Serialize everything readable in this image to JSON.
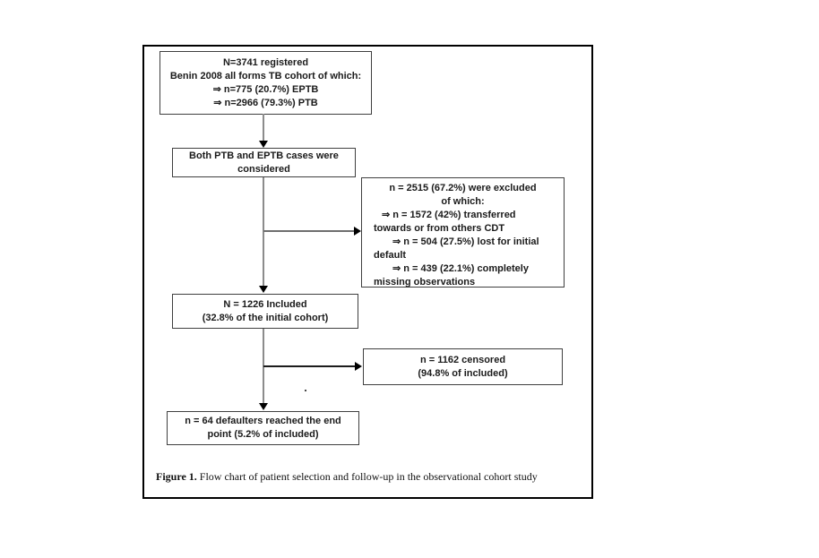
{
  "colors": {
    "frame_border": "#000000",
    "box_border": "#3f3f3f",
    "connector_gray": "#8c8c8c",
    "connector_dark": "#1c1c1c",
    "arrowhead": "#000000"
  },
  "flowchart": {
    "boxes": {
      "registered": {
        "lines": [
          "N=3741 registered",
          "Benin 2008 all forms TB cohort of which:",
          "⇒ n=775 (20.7%) EPTB",
          "⇒ n=2966 (79.3%) PTB"
        ]
      },
      "considered": {
        "lines": [
          "Both PTB and EPTB cases were",
          "considered"
        ]
      },
      "excluded": {
        "lines": [
          "n = 2515 (67.2%) were excluded",
          "of which:",
          "⇒ n = 1572 (42%) transferred",
          "towards or from others CDT",
          "⇒ n = 504 (27.5%) lost for initial",
          "default",
          "⇒ n = 439 (22.1%) completely",
          "missing observations"
        ]
      },
      "included": {
        "lines": [
          "N = 1226 Included",
          "(32.8% of the initial cohort)"
        ]
      },
      "censored": {
        "lines": [
          "n = 1162 censored",
          "(94.8% of included)"
        ]
      },
      "defaulters": {
        "lines": [
          "n = 64 defaulters reached the end",
          "point (5.2% of included)"
        ]
      }
    },
    "caption": {
      "label": "Figure 1.",
      "text": " Flow chart of patient selection and follow-up in the observational cohort study"
    }
  }
}
